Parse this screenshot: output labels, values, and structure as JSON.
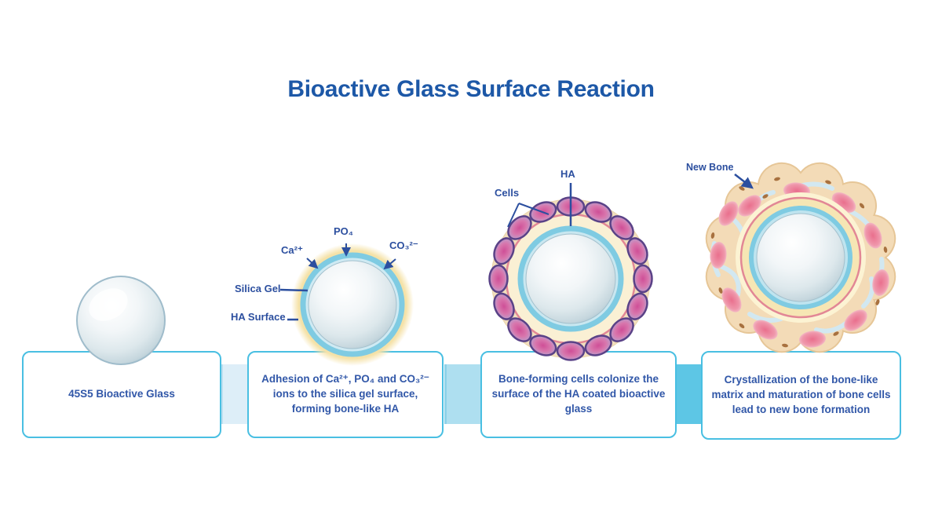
{
  "title": "Bioactive Glass Surface Reaction",
  "stages": [
    {
      "caption": "45S5 Bioactive Glass"
    },
    {
      "caption": "Adhesion of Ca²⁺, PO₄ and CO₃²⁻ ions to the silica gel surface, forming bone-like HA",
      "labels": {
        "ca": "Ca²⁺",
        "po4": "PO₄",
        "co3": "CO₃²⁻",
        "silica_gel": "Silica Gel",
        "ha_surface": "HA Surface"
      }
    },
    {
      "caption": "Bone-forming cells colonize the surface of the HA coated bioactive glass",
      "labels": {
        "cells": "Cells",
        "ha": "HA"
      }
    },
    {
      "caption": "Crystallization of the bone-like matrix and maturation of bone cells lead to new bone formation",
      "labels": {
        "new_bone": "New Bone"
      }
    }
  ],
  "colors": {
    "title_text": "#1d58a7",
    "caption_text": "#3157a8",
    "label_text": "#2c4f9f",
    "box_border": "#49bfe2",
    "connector_1": "#ddeef8",
    "connector_2": "#aedff0",
    "connector_3": "#5dc6e5",
    "halo_yellow": "#f5e2a8",
    "silica_ring_blue": "#7fcbe2",
    "cell_outline_purple": "#5a4287",
    "cell_pink": "#cf4f97",
    "bone_matrix_tan": "#f3dbb7",
    "bone_cell_pink": "#e96f8d"
  }
}
